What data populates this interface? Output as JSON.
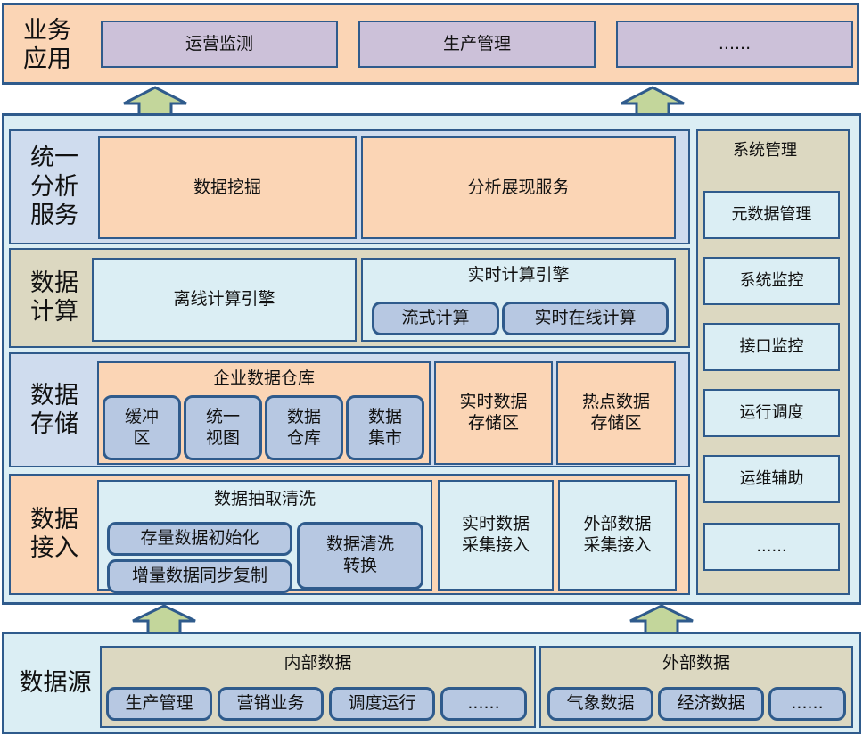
{
  "business": {
    "label": "业务\n应用",
    "items": [
      "运营监测",
      "生产管理",
      "......"
    ]
  },
  "analysis": {
    "label": "统一\n分析\n服务",
    "items": [
      "数据挖掘",
      "分析展现服务"
    ]
  },
  "compute": {
    "label": "数据\n计算",
    "offline": "离线计算引擎",
    "realtime": "实时计算引擎",
    "stream": "流式计算",
    "online": "实时在线计算"
  },
  "storage": {
    "label": "数据\n存储",
    "warehouse": "企业数据仓库",
    "sub": [
      "缓冲\n区",
      "统一\n视图",
      "数据\n仓库",
      "数据\n集市"
    ],
    "realtime_store": "实时数据\n存储区",
    "hot_store": "热点数据\n存储区"
  },
  "access": {
    "label": "数据\n接入",
    "etl": "数据抽取清洗",
    "init": "存量数据初始化",
    "sync": "增量数据同步复制",
    "clean": "数据清洗\n转换",
    "realtime_collect": "实时数据\n采集接入",
    "external_collect": "外部数据\n采集接入"
  },
  "sysmgmt": {
    "title": "系统管理",
    "items": [
      "元数据管理",
      "系统监控",
      "接口监控",
      "运行调度",
      "运维辅助",
      "......"
    ]
  },
  "source": {
    "label": "数据源",
    "internal": "内部数据",
    "internal_items": [
      "生产管理",
      "营销业务",
      "调度运行",
      "......"
    ],
    "external": "外部数据",
    "external_items": [
      "气象数据",
      "经济数据",
      "......"
    ]
  },
  "colors": {
    "border": "#2f5b8c",
    "peach": "#fbd5b5",
    "light_blue": "#dbeef4",
    "tan": "#dcd8c1",
    "lavender": "#ccc1d9",
    "pill_blue": "#b7c8e2",
    "arrow_green": "#c3d69b"
  }
}
